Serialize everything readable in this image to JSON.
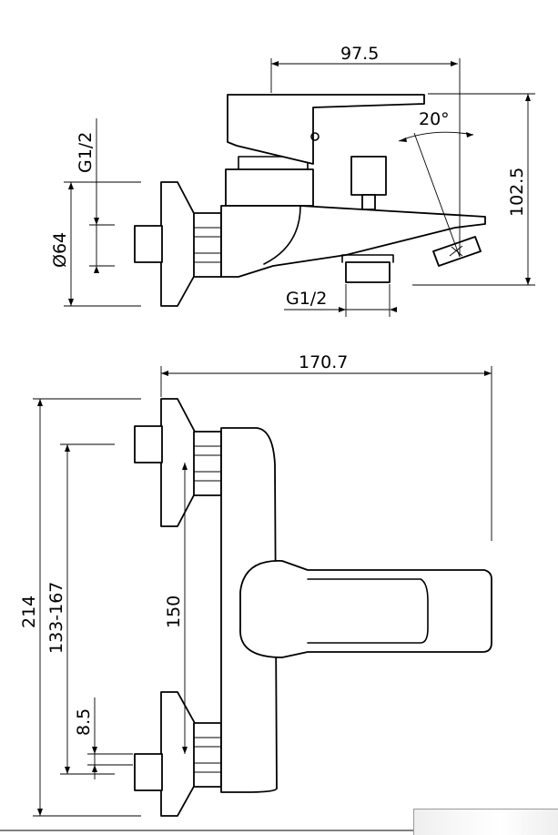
{
  "side_view": {
    "dim_length": "97.5",
    "dim_height": "102.5",
    "dim_angle": "20°",
    "dim_inlet_thread": "G1/2",
    "dim_flange_diameter": "Ø64",
    "dim_outlet_thread": "G1/2"
  },
  "front_view": {
    "dim_width": "170.7",
    "dim_total_height": "214",
    "dim_center_distance_range": "133-167",
    "dim_center_distance": "150",
    "dim_offset": "8.5"
  }
}
